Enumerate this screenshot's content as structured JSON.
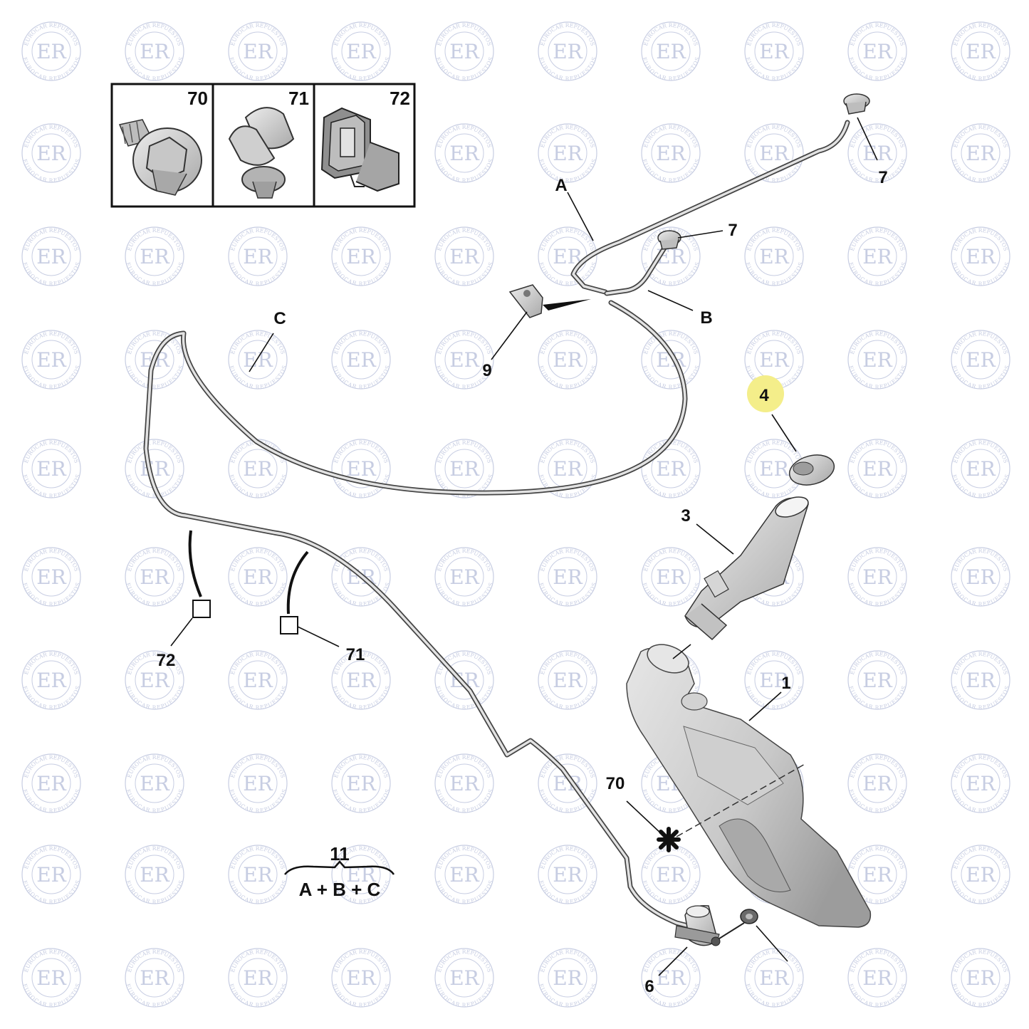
{
  "watermark": {
    "initials": "ER",
    "ring_text": "EUROCAR REPUESTOS",
    "color": "#c7cde2"
  },
  "inset": {
    "panels": [
      {
        "number": "70",
        "icon": "bolt-flange-icon"
      },
      {
        "number": "71",
        "icon": "hose-clip-icon"
      },
      {
        "number": "72",
        "icon": "pipe-holder-clip-icon"
      }
    ]
  },
  "callouts": {
    "hose_a": "A",
    "hose_b": "B",
    "hose_c": "C",
    "nozzle_right": "7",
    "nozzle_center": "7",
    "connector": "9",
    "cap": "4",
    "filler_neck": "3",
    "reservoir": "1",
    "screw": "70",
    "pump": "6",
    "clip_72": "72",
    "clip_71": "71"
  },
  "formula": {
    "kit_number": "11",
    "expression": "A + B + C"
  },
  "colors": {
    "highlight": "#f4ee8a",
    "part_fill": "#dcdcdc",
    "part_shade": "#b9b9b9",
    "line": "#222222"
  }
}
